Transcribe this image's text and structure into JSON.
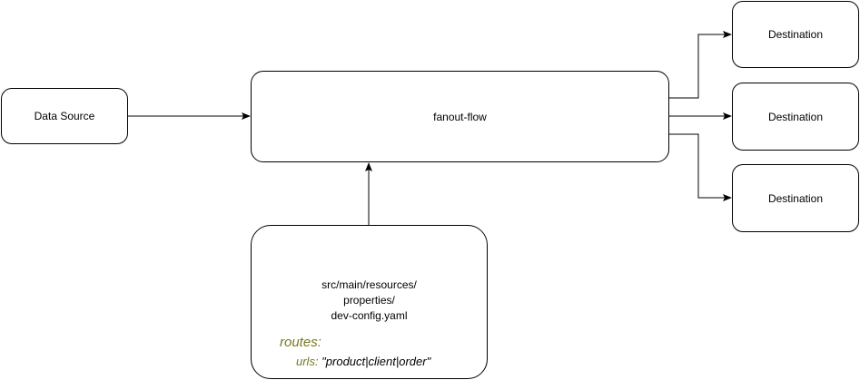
{
  "nodes": {
    "source": {
      "label": "Data Source"
    },
    "flow": {
      "label": "fanout-flow"
    },
    "destinations": [
      {
        "label": "Destination"
      },
      {
        "label": "Destination"
      },
      {
        "label": "Destination"
      }
    ],
    "config": {
      "path_lines": [
        "src/main/resources/",
        "properties/",
        "dev-config.yaml"
      ],
      "yaml_key": "routes:",
      "yaml_subkey": "urls:",
      "yaml_value": " \"product|client|order\""
    }
  },
  "colors": {
    "stroke": "#000000",
    "yaml_key": "#787820"
  }
}
